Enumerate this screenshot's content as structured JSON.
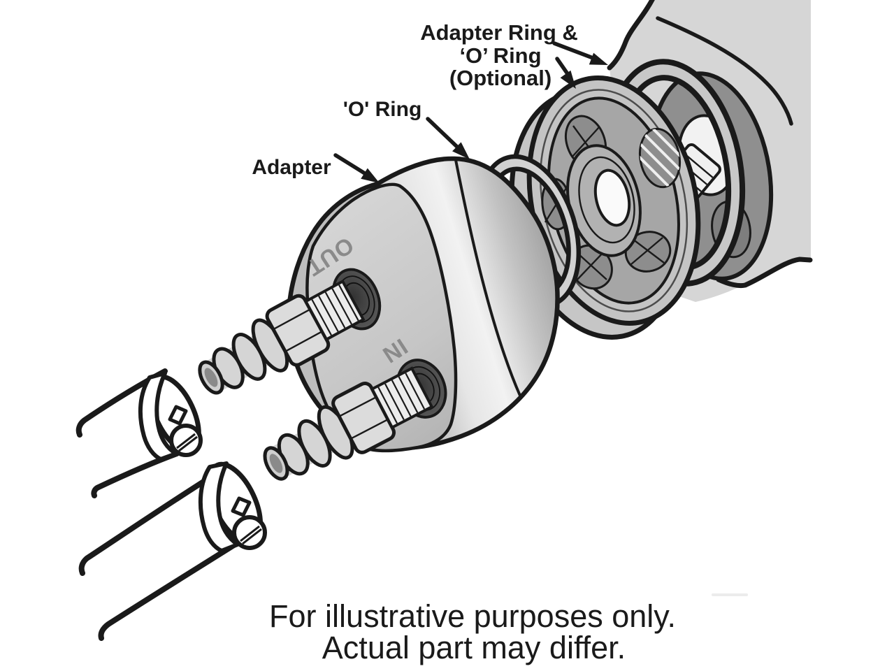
{
  "diagram": {
    "type": "exploded-parts-illustration",
    "subject": "oil cooler sandwich adapter installation between engine oil-filter boss and hoses",
    "labels": {
      "callout1_line1": "Adapter Ring &",
      "callout1_line2": "‘O’ Ring",
      "callout1_line3": "(Optional)",
      "callout2": "'O' Ring",
      "callout3": "Adapter",
      "stamp_out": "OUT",
      "stamp_in": "IN"
    },
    "caption": {
      "line1": "For illustrative purposes only.",
      "line2": "Actual part may differ."
    },
    "colors": {
      "ink": "#1a1a1a",
      "paper": "#ffffff",
      "metal_light": "#d6d6d6",
      "metal_mid": "#c4c4c4",
      "metal_shadow": "#a6a6a6",
      "metal_dark": "#8f8f8f",
      "stamp": "#8a8a8a",
      "port_dark": "#3a3a3a"
    }
  }
}
